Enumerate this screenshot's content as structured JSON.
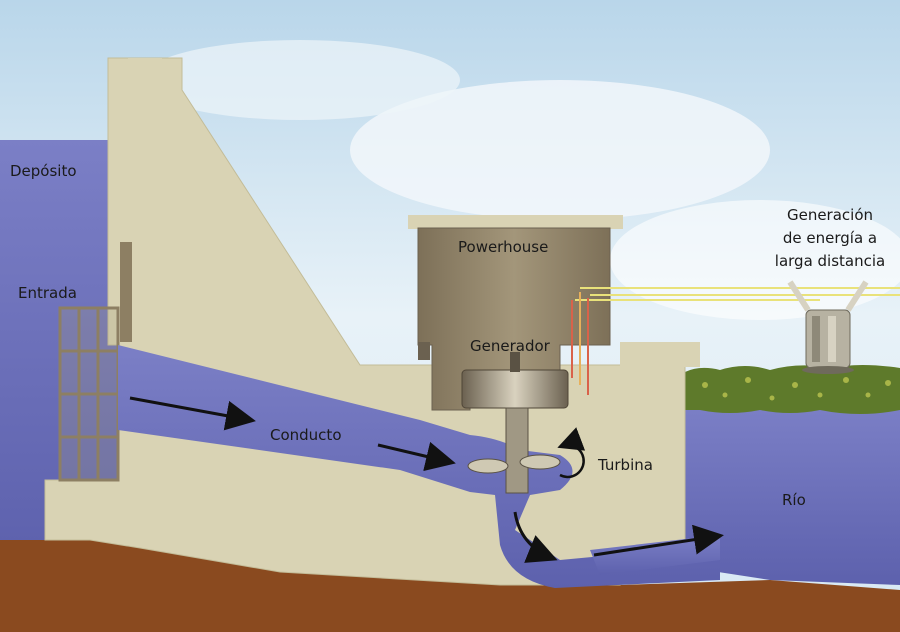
{
  "labels": {
    "reservoir": "Depósito",
    "intake": "Entrada",
    "powerhouse": "Powerhouse",
    "generator": "Generador",
    "penstock": "Conducto",
    "turbine": "Turbina",
    "river": "Río",
    "long_distance_line1": "Generación",
    "long_distance_line2": "de energía a",
    "long_distance_line3": "larga distancia"
  },
  "colors": {
    "sky": "#cfe4f1",
    "water": "#6f73bd",
    "dam": "#d9d3b4",
    "ground": "#8a4a1f",
    "powerhouse": "#8d7f63",
    "grass": "#5e7a2b",
    "lines": [
      "#e9e27a",
      "#e8b05a",
      "#d9624a"
    ]
  },
  "icons": [
    "flow-arrow-icon",
    "rotation-arrow-icon",
    "transmission-tower-icon"
  ]
}
